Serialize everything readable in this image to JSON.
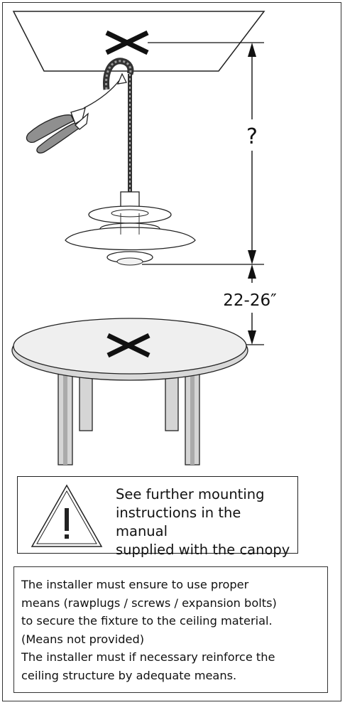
{
  "dimensions": {
    "unknown_height": "?",
    "table_clearance": "22-26″"
  },
  "warning": {
    "icon": "warning-triangle-icon",
    "text": "See further mounting\ninstructions in the manual\nsupplied with the canopy"
  },
  "note": {
    "lines": [
      "The installer must ensure to use proper",
      "means (rawplugs / screws / expansion bolts)",
      "to secure the fixture to the ceiling material.",
      "(Means not provided)",
      "The installer must if necessary reinforce the",
      "ceiling structure by adequate means."
    ]
  }
}
